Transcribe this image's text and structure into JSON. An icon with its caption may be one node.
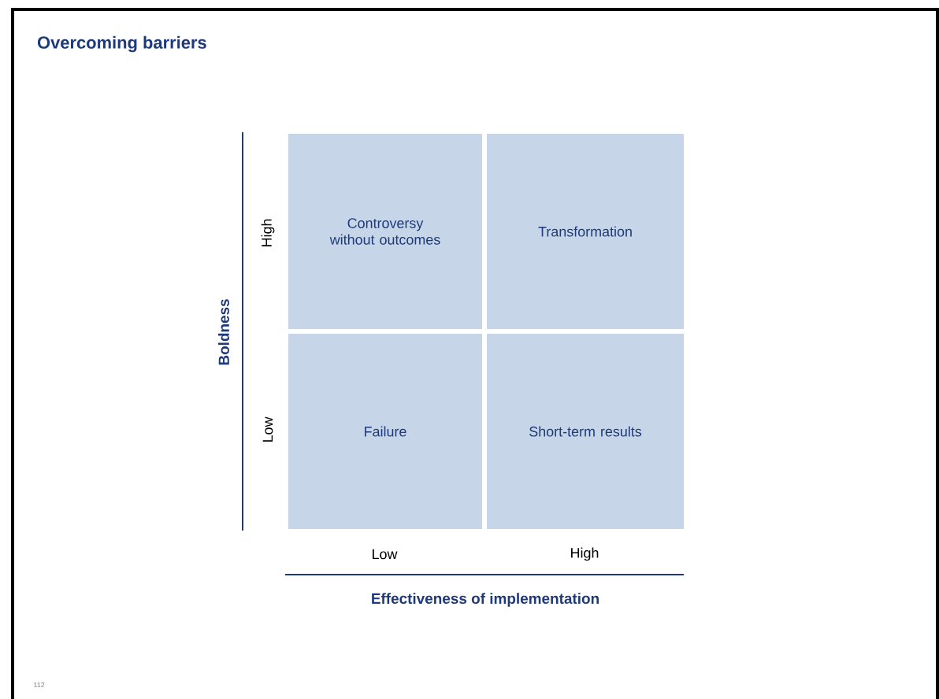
{
  "diagram": {
    "title": "Overcoming barriers",
    "nodes": [
      {
        "text": [
          "Controversy without outcomes"
        ]
      },
      {
        "text": [
          "Transformation"
        ]
      },
      {
        "text": [
          "Failure"
        ]
      },
      {
        "text": [
          "Short-term results"
        ]
      }
    ],
    "labels": [
      "Boldness",
      "High",
      "Low",
      "Low",
      "High",
      "Effectiveness of implementation",
      "112"
    ]
  }
}
